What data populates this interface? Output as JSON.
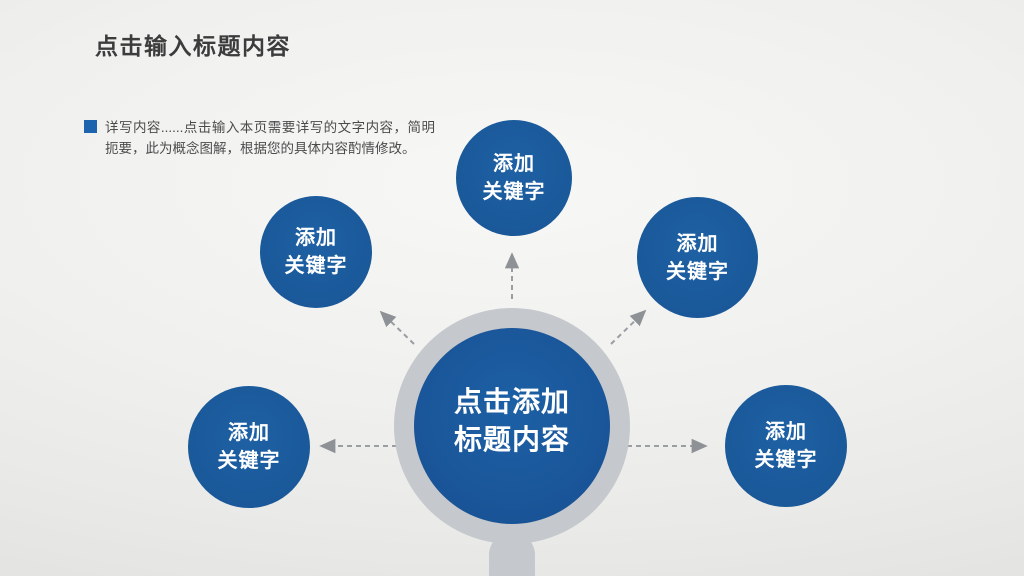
{
  "slide": {
    "title": "点击输入标题内容",
    "body": {
      "text": "详写内容......点击输入本页需要详写的文字内容，简明扼要，此为概念图解，根据您的具体内容酌情修改。"
    },
    "diagram": {
      "center": {
        "line1": "点击添加",
        "line2": "标题内容"
      },
      "nodes": [
        {
          "line1": "添加",
          "line2": "关键字"
        },
        {
          "line1": "添加",
          "line2": "关键字"
        },
        {
          "line1": "添加",
          "line2": "关键字"
        },
        {
          "line1": "添加",
          "line2": "关键字"
        },
        {
          "line1": "添加",
          "line2": "关键字"
        }
      ]
    },
    "colors": {
      "node_blue": "#1b5c9e",
      "ring_gray": "#c5c8cc",
      "bullet_blue": "#1c64ad",
      "dash_gray": "#9a9ea3",
      "title_text": "#3c3c3c",
      "body_text": "#4b4b4b"
    }
  }
}
